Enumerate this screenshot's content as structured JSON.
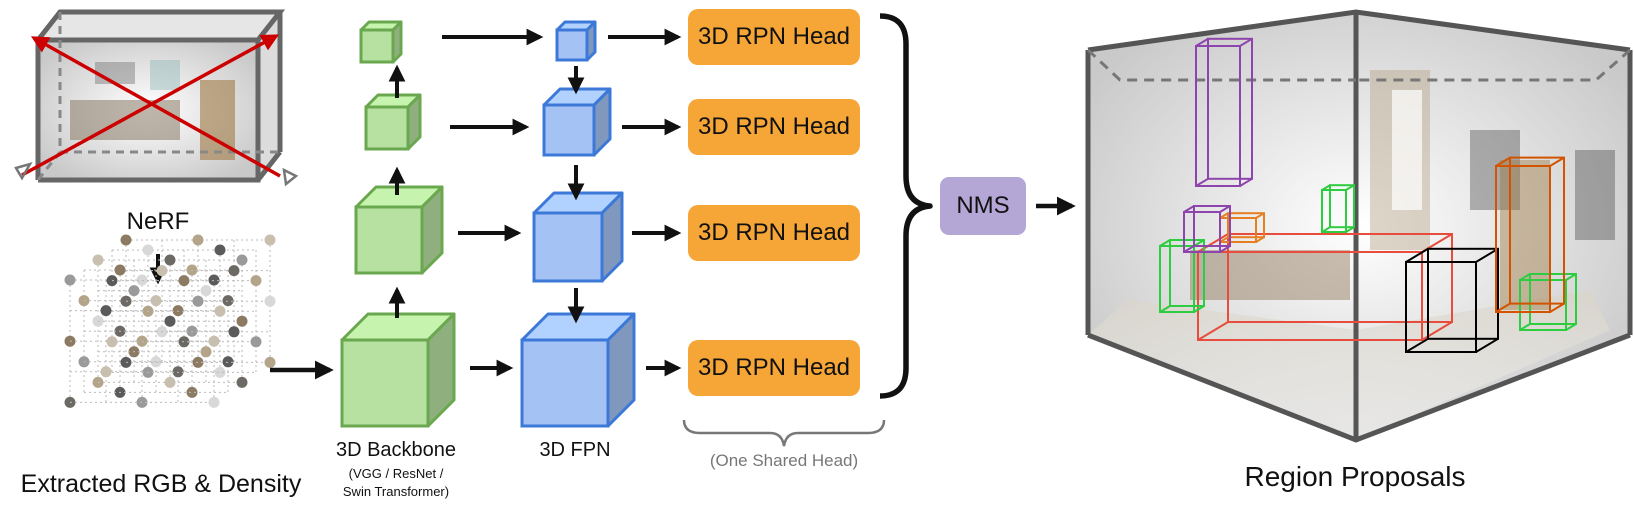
{
  "nerf": {
    "label": "NeRF"
  },
  "extracted": {
    "label": "Extracted RGB & Density"
  },
  "backbone": {
    "label": "3D Backbone",
    "sub_line1": "(VGG / ResNet /",
    "sub_line2": "Swin Transformer)"
  },
  "fpn": {
    "label": "3D FPN"
  },
  "rpn_heads": [
    "3D RPN Head",
    "3D RPN Head",
    "3D RPN Head",
    "3D RPN Head"
  ],
  "shared_note": "(One Shared Head)",
  "nms": {
    "label": "NMS"
  },
  "output": {
    "label": "Region Proposals"
  },
  "colors": {
    "backbone_fill": "#b7e1a1",
    "backbone_stroke": "#6aa84f",
    "fpn_fill": "#a4c2f4",
    "fpn_stroke": "#3c78d8",
    "rpn_fill": "#f6a637",
    "nms_fill": "#b4a7d6",
    "cross": "#cc0000"
  },
  "proposal_box_colors": [
    "#8e44ad",
    "#e74c3c",
    "#e67e22",
    "#2ecc40",
    "#f1c40f",
    "#000000",
    "#d35400"
  ]
}
